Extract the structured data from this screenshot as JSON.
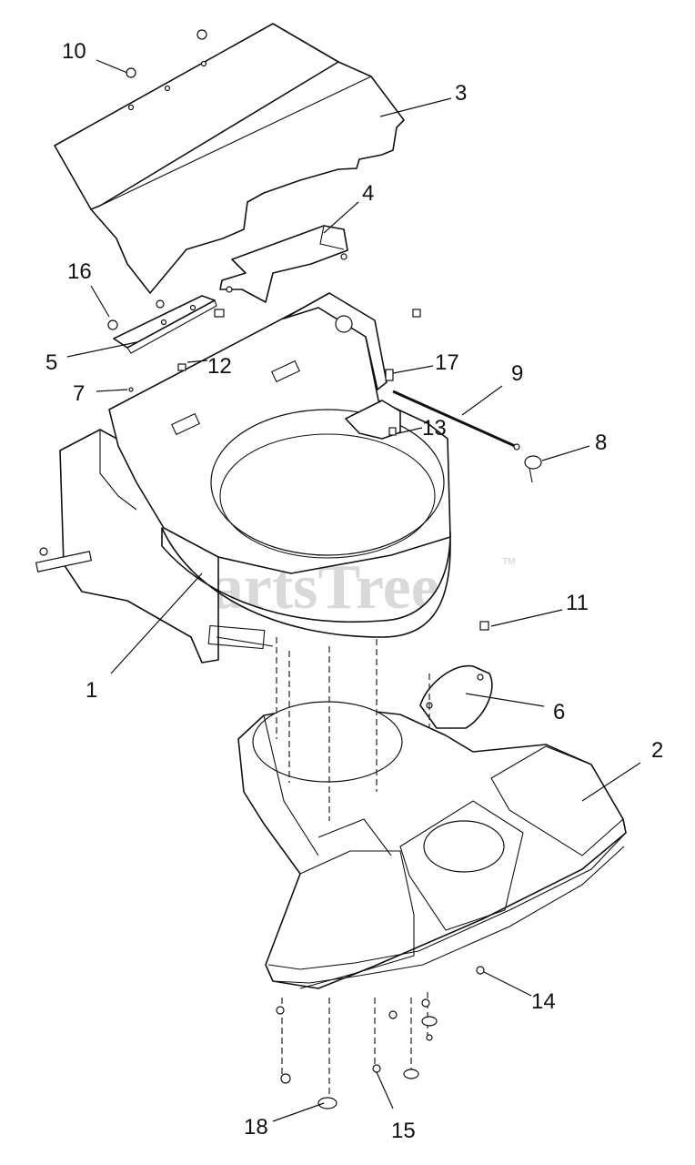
{
  "watermark": {
    "text": "PartsTree",
    "trademark": "TM"
  },
  "callouts": [
    {
      "id": "10",
      "label": "10"
    },
    {
      "id": "3",
      "label": "3"
    },
    {
      "id": "4",
      "label": "4"
    },
    {
      "id": "16",
      "label": "16"
    },
    {
      "id": "5",
      "label": "5"
    },
    {
      "id": "12",
      "label": "12"
    },
    {
      "id": "17",
      "label": "17"
    },
    {
      "id": "9",
      "label": "9"
    },
    {
      "id": "7",
      "label": "7"
    },
    {
      "id": "13",
      "label": "13"
    },
    {
      "id": "8",
      "label": "8"
    },
    {
      "id": "11",
      "label": "11"
    },
    {
      "id": "1",
      "label": "1"
    },
    {
      "id": "6",
      "label": "6"
    },
    {
      "id": "2",
      "label": "2"
    },
    {
      "id": "14",
      "label": "14"
    },
    {
      "id": "18",
      "label": "18"
    },
    {
      "id": "15",
      "label": "15"
    }
  ]
}
